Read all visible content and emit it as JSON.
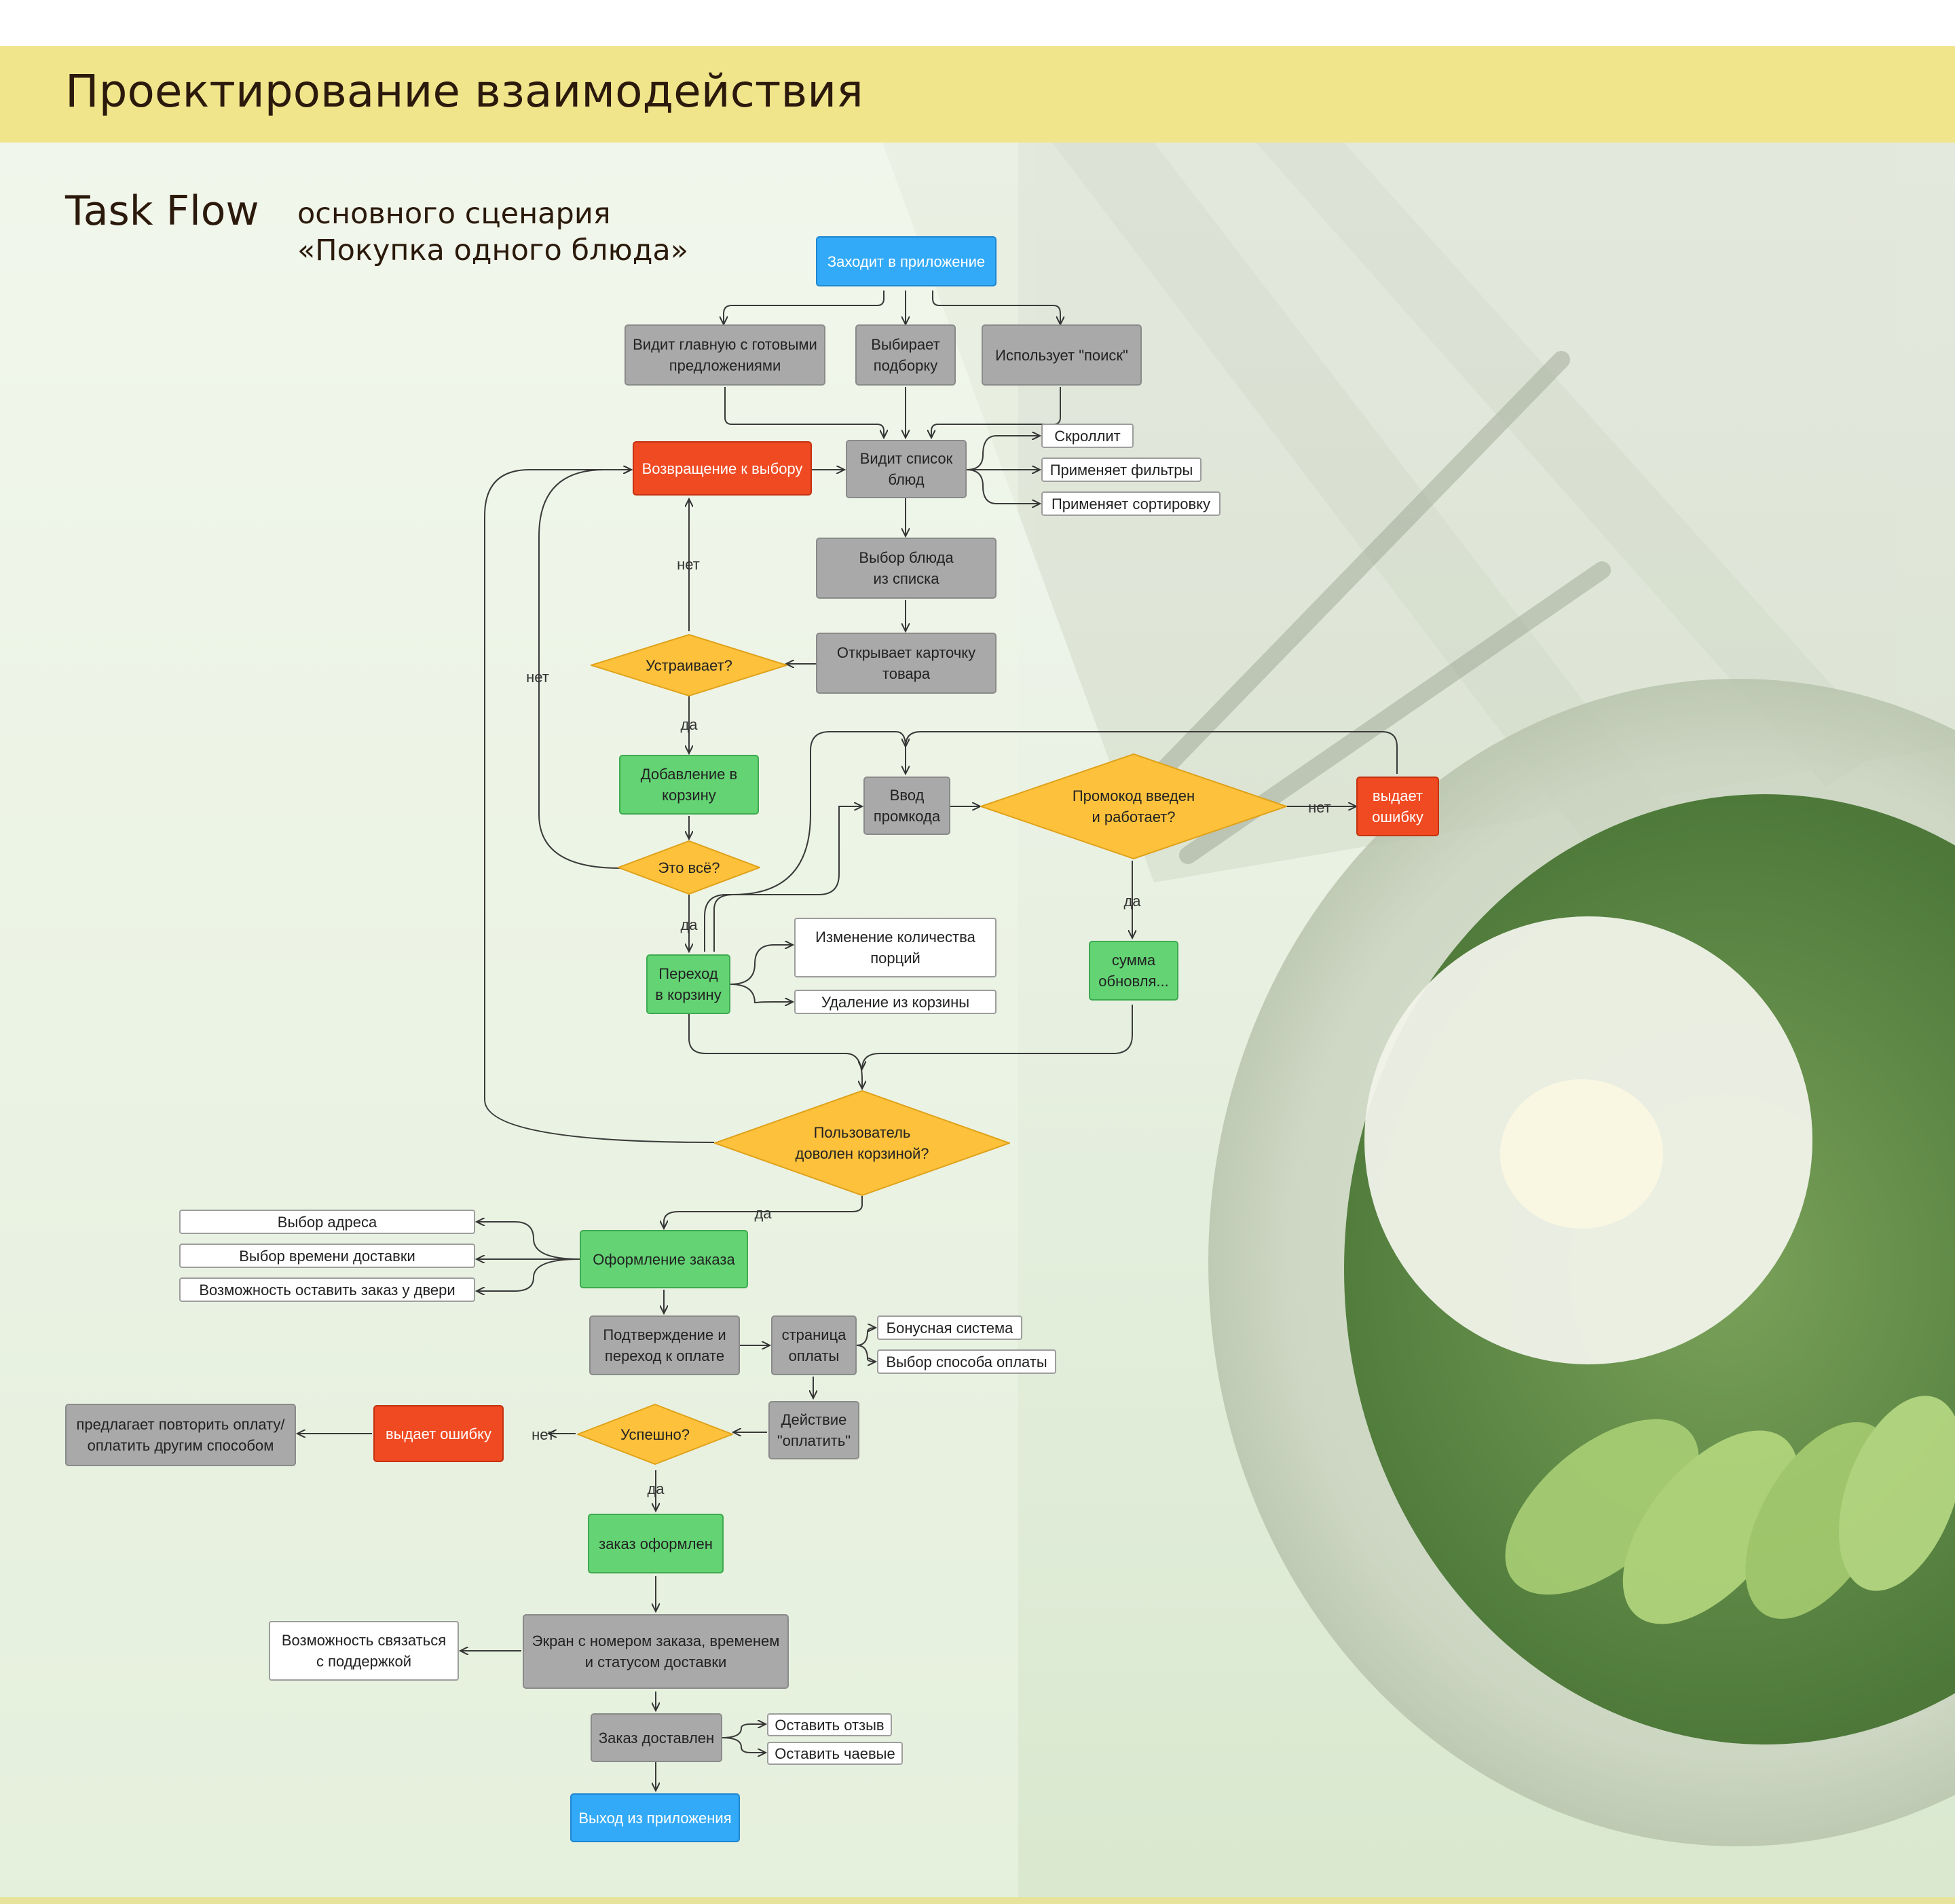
{
  "header": {
    "title": "Проектирование взаимодействия",
    "flow_title": "Task Flow",
    "subtitle_line1": "основного сценария",
    "subtitle_line2": "«Покупка одного блюда»"
  },
  "colors": {
    "header_band": "#f1e58c",
    "start_end": "#33aaf7",
    "process": "#a9a9a9",
    "decision": "#fdc13c",
    "success": "#63d374",
    "error": "#f04a22",
    "option": "#ffffff"
  },
  "nodes": {
    "enter_app": "Заходит в приложение",
    "main_offers": "Видит главную с готовыми\nпредложениями",
    "choose_collection": "Выбирает\nподборку",
    "uses_search": "Использует \"поиск\"",
    "return_to_choice": "Возвращение к выбору",
    "sees_list": "Видит список\nблюд",
    "scrolls": "Скроллит",
    "applies_filters": "Применяет фильтры",
    "applies_sorting": "Применяет сортировку",
    "select_dish": "Выбор блюда\nиз списка",
    "open_card": "Открывает карточку\nтовара",
    "satisfied_q": "Устраивает?",
    "add_to_cart": "Добавление в\nкорзину",
    "is_that_all_q": "Это всё?",
    "enter_promo": "Ввод\nпромкода",
    "promo_q": "Промокод введен\nи работает?",
    "promo_error": "выдает\nошибку",
    "sum_updated": "сумма\nобновля...",
    "go_to_cart": "Переход\nв корзину",
    "change_qty": "Изменение количества\nпорций",
    "remove_from_cart": "Удаление из корзины",
    "cart_satisfied_q": "Пользователь\nдоволен корзиной?",
    "checkout": "Оформление заказа",
    "choose_address": "Выбор адреса",
    "choose_time": "Выбор времени доставки",
    "leave_at_door": "Возможность оставить заказ у двери",
    "confirm_payment": "Подтверждение и\nпереход к оплате",
    "payment_page": "страница\nоплаты",
    "bonus_system": "Бонусная система",
    "payment_method": "Выбор способа оплаты",
    "pay_action": "Действие\n\"оплатить\"",
    "success_q": "Успешно?",
    "pay_error": "выдает ошибку",
    "retry_payment": "предлагает повторить оплату/\nоплатить другим способом",
    "order_placed": "заказ оформлен",
    "order_screen": "Экран с номером заказа, временем\nи статусом доставки",
    "contact_support": "Возможность связаться\nс поддержкой",
    "order_delivered": "Заказ доставлен",
    "leave_review": "Оставить отзыв",
    "leave_tip": "Оставить чаевые",
    "exit_app": "Выход из приложения"
  },
  "labels": {
    "no": "нет",
    "yes": "да"
  }
}
